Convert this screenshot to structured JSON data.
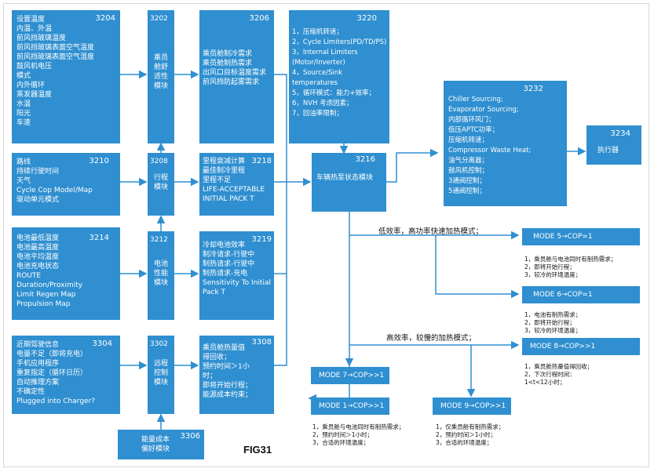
{
  "figure_label": "FIG31",
  "boxes": {
    "b3204": {
      "num": "3204",
      "lines": [
        "设置温度",
        "内温、外温",
        "前风挡玻璃温度",
        "前风挡玻璃表面空气温度",
        "前风挡玻璃表面空气湿度",
        "鼓风机电压",
        "模式",
        "内外循环",
        "蒸发器温度",
        "水温",
        "阳光",
        "车速"
      ]
    },
    "b3202": {
      "num": "3202",
      "lines": [
        "乘员",
        "舱舒",
        "适性",
        "模块"
      ]
    },
    "b3206": {
      "num": "3206",
      "lines": [
        "乘员舱制冷需求",
        "乘员舱制热需求",
        "出风口目标温度需求",
        "前风挡防起雾需求"
      ]
    },
    "b3220": {
      "num": "3220",
      "lines": [
        "1，压缩机转速；",
        "2，Cycle Limiters(PD/TD/PS)",
        "3，Internal Limiters",
        "    (Motor/Inverter)",
        "4，Source/Sink",
        "    temperatures",
        "5，循环模式：能力+效率；",
        "6，NVH 考虑因素；",
        "7，回油率限制；"
      ]
    },
    "b3232": {
      "num": "3232",
      "lines": [
        "Chiller Sourcing;",
        "Evaporator Sourcing;",
        "内部循环风门；",
        "低压APTC功率；",
        "压缩机转速；",
        "Compressor Waste Heat;",
        "油气分离器；",
        "鼓风机控制；",
        "3通阀控制；",
        "5通阀控制；"
      ]
    },
    "b3234": {
      "num": "3234",
      "lines": [
        "执行器"
      ]
    },
    "b3210": {
      "num": "3210",
      "lines": [
        "路线",
        "持续行驶时间",
        "天气",
        "Cycle Cop Model/Map",
        "驱动单元模式"
      ]
    },
    "b3208": {
      "num": "3208",
      "lines": [
        "行程",
        "模块"
      ]
    },
    "b3218": {
      "num": "3218",
      "lines": [
        "里程衰减计算",
        "最佳制冷里程",
        "里程不足",
        "LIFE-ACCEPTABLE",
        "INITIAL PACK T"
      ]
    },
    "b3216": {
      "num": "3216",
      "lines": [
        "车辆热泵状态模块"
      ]
    },
    "b3214": {
      "num": "3214",
      "lines": [
        "电池最低温度",
        "电池最高温度",
        "电池平均温度",
        "电池充电状态",
        "ROUTE",
        "Duration/Proximity",
        "Limit Regen Map",
        "Propulsion Map"
      ]
    },
    "b3212": {
      "num": "3212",
      "lines": [
        "电池",
        "性能",
        "模块"
      ]
    },
    "b3219": {
      "num": "3219",
      "lines": [
        "冷却电池效率",
        "制冷请求-行驶中",
        "制热请求-行驶中",
        "制热请求-充电",
        "Sensitivity To Initial",
        "Pack T"
      ]
    },
    "b3304": {
      "num": "3304",
      "lines": [
        "近期驾驶信息",
        "电量不足（即将充电）",
        "手机应用程序",
        "重复指定（循环日历）",
        "自动推理方案",
        "不确定性",
        "Plugged into Charger?"
      ]
    },
    "b3302": {
      "num": "3302",
      "lines": [
        "远程",
        "控制",
        "模块"
      ]
    },
    "b3308": {
      "num": "3308",
      "lines": [
        "乘员舱热量值",
        "得回收；",
        "预约时间＞1小",
        "时；",
        "即将开始行程；",
        "能源成本约束；"
      ]
    },
    "b3306": {
      "num": "3306",
      "lines": [
        "能量成本",
        "偏好模块"
      ]
    }
  },
  "modes": {
    "m5": "MODE 5→COP=1",
    "m6": "MODE 6→COP=1",
    "m8": "MODE 8→COP>>1",
    "m7": "MODE 7→COP>>1",
    "m1": "MODE 1→COP>>1",
    "m9": "MODE 9→COP>>1"
  },
  "branch_labels": {
    "low_eff": "低效率，高功率快速加热模式；",
    "high_eff": "高效率，较慢的加热模式；"
  },
  "notes": {
    "n5": [
      "1，乘员舱与电池同时有制热需求；",
      "2，即将开始行程；",
      "3，较冷的环境温度；"
    ],
    "n6": [
      "1，电池有制热需求；",
      "2，即将开始行程；",
      "3，较冷的环境温度；"
    ],
    "n8": [
      "1，乘员舱热量值得回收；",
      "2，下次行程时间：",
      "     1<t<12小时；"
    ],
    "n1": [
      "1，乘员舱与电池同时有制热需求；",
      "2，预约时间＞1小时；",
      "3，合适的环境温度；"
    ],
    "n9": [
      "1，仅乘员舱有制热需求；",
      "2，预约时间＞1小时；",
      "3，合适的环境温度；"
    ]
  },
  "colors": {
    "box": "#2f8fd0",
    "line": "#2f8fd0"
  }
}
